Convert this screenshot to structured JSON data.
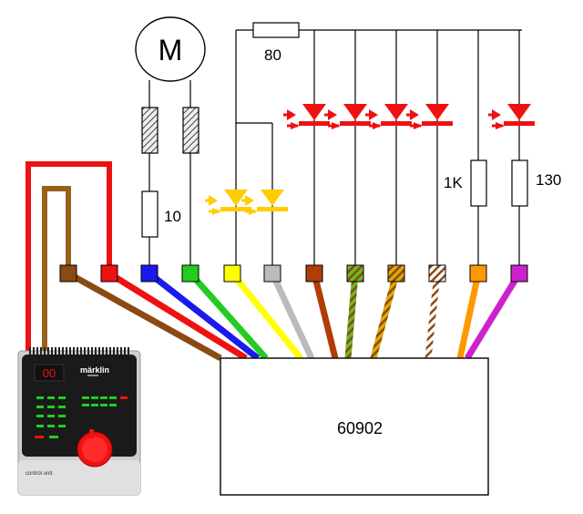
{
  "diagram": {
    "motor_label": "M",
    "decoder_label": "60902",
    "resistors": {
      "r80": "80",
      "r10": "10",
      "r1k": "1K",
      "r130": "130"
    },
    "control_unit": {
      "brand": "märklin",
      "display": "00",
      "caption": "control unit"
    },
    "terminals": [
      {
        "id": "t-brown",
        "color": "#8b4a12",
        "pattern": "solid"
      },
      {
        "id": "t-red",
        "color": "#ee1111",
        "pattern": "solid"
      },
      {
        "id": "t-blue",
        "color": "#1a1aee",
        "pattern": "solid"
      },
      {
        "id": "t-green",
        "color": "#22cc22",
        "pattern": "solid"
      },
      {
        "id": "t-yellow",
        "color": "#ffff00",
        "pattern": "solid"
      },
      {
        "id": "t-grey",
        "color": "#bbbbbb",
        "pattern": "solid"
      },
      {
        "id": "t-red-brown",
        "color": "#cc3300",
        "pattern": "striped"
      },
      {
        "id": "t-green-brown",
        "color": "#66bb22",
        "pattern": "striped"
      },
      {
        "id": "t-yellow-brown",
        "color": "#ddaa00",
        "pattern": "striped"
      },
      {
        "id": "t-white-brown",
        "color": "#ffffff",
        "pattern": "striped"
      },
      {
        "id": "t-orange",
        "color": "#ff9900",
        "pattern": "solid"
      },
      {
        "id": "t-violet",
        "color": "#cc22cc",
        "pattern": "solid"
      }
    ],
    "colors": {
      "led_red": "#ee1111",
      "led_yellow": "#ffcc00",
      "line": "#000000"
    }
  }
}
